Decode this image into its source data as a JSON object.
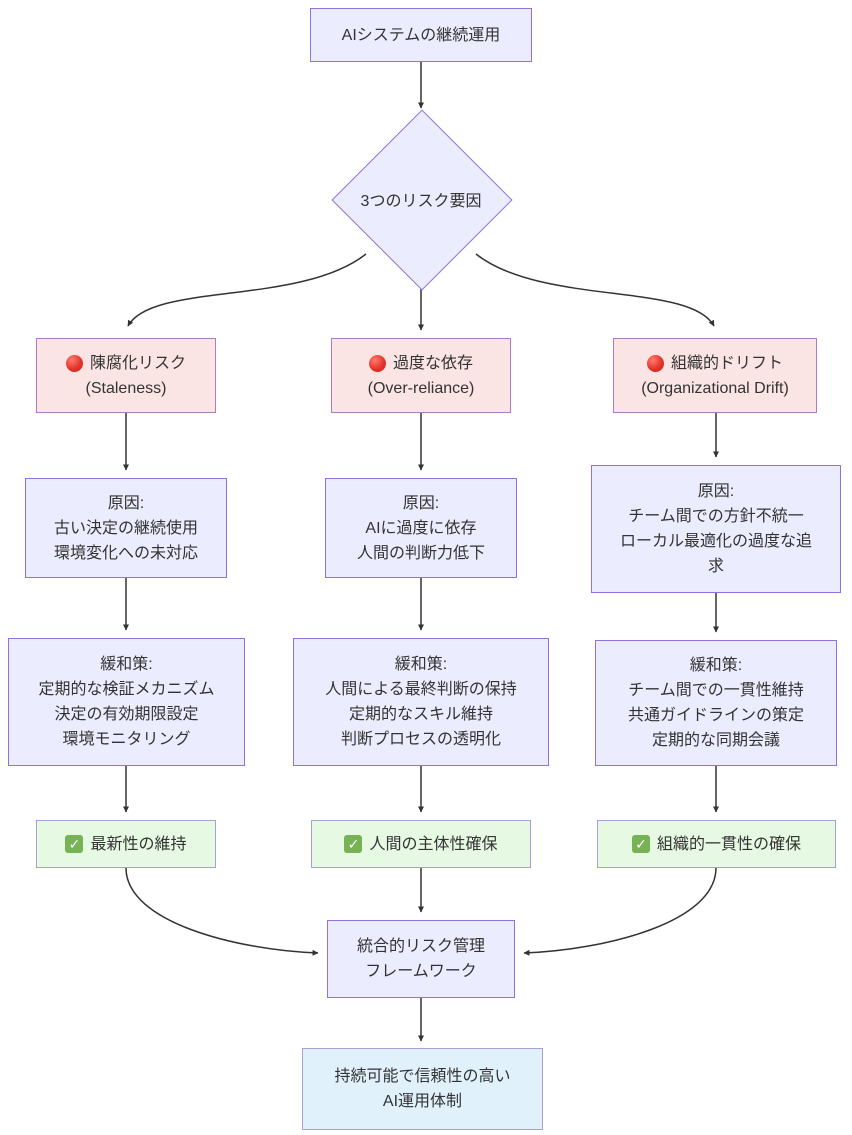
{
  "diagram": {
    "title_node": "AIシステムの継続運用",
    "decision_node": "3つのリスク要因",
    "risks": {
      "risk1": {
        "icon": "red-circle",
        "title": "陳腐化リスク",
        "subtitle": "(Staleness)"
      },
      "risk2": {
        "icon": "red-circle",
        "title": "過度な依存",
        "subtitle": "(Over-reliance)"
      },
      "risk3": {
        "icon": "red-circle",
        "title": "組織的ドリフト",
        "subtitle": "(Organizational Drift)"
      }
    },
    "causes": {
      "cause1": {
        "text": "原因:\n古い決定の継続使用\n環境変化への未対応"
      },
      "cause2": {
        "text": "原因:\nAIに過度に依存\n人間の判断力低下"
      },
      "cause3": {
        "text": "原因:\nチーム間での方針不統一\nローカル最適化の過度な追求"
      }
    },
    "mitigations": {
      "mit1": {
        "text": "緩和策:\n定期的な検証メカニズム\n決定の有効期限設定\n環境モニタリング"
      },
      "mit2": {
        "text": "緩和策:\n人間による最終判断の保持\n定期的なスキル維持\n判断プロセスの透明化"
      },
      "mit3": {
        "text": "緩和策:\nチーム間での一貫性維持\n共通ガイドラインの策定\n定期的な同期会議"
      }
    },
    "outcomes": {
      "out1": {
        "icon": "check-mark",
        "label": "最新性の維持"
      },
      "out2": {
        "icon": "check-mark",
        "label": "人間の主体性確保"
      },
      "out3": {
        "icon": "check-mark",
        "label": "組織的一貫性の確保"
      }
    },
    "integrated_node": "統合的リスク管理\nフレームワーク",
    "final_node": "持続可能で信頼性の高い\nAI運用体制",
    "check_glyph": "✓",
    "colors": {
      "node_fill_purple": "#ececff",
      "node_border_purple": "#9370db",
      "risk_fill_pink": "#fbe4e4",
      "risk_border": "#b17ac2",
      "outcome_fill_green": "#e6f9e2",
      "final_fill_blue": "#e1f1fc",
      "edge": "#333333",
      "text": "#333333",
      "red_icon": "#e5342a",
      "check_icon_green": "#77b255"
    }
  }
}
